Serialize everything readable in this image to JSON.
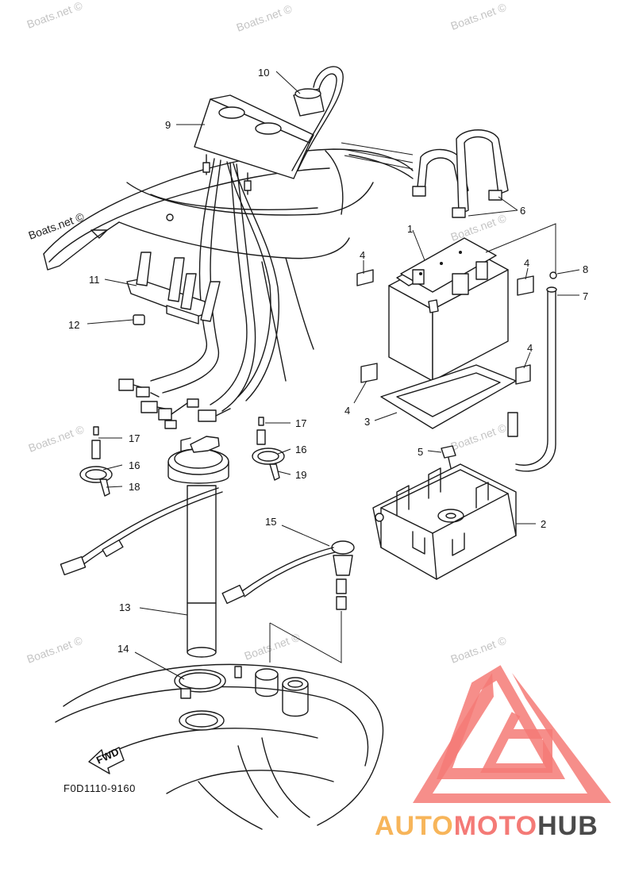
{
  "diagram_code": "F0D1110-9160",
  "fwd_label": "FWD",
  "watermark_text": "Boats.net ©",
  "brand": {
    "part1": "AUTO",
    "part2": "MOTO",
    "part3": "HUB",
    "color_main": "#f47a76",
    "color_accent": "#f7b55a",
    "color_dark": "#4a4a4a"
  },
  "callouts": [
    "1",
    "2",
    "3",
    "4",
    "4",
    "4",
    "4",
    "5",
    "6",
    "7",
    "8",
    "9",
    "10",
    "11",
    "12",
    "13",
    "14",
    "15",
    "16",
    "16",
    "17",
    "17",
    "18",
    "19"
  ]
}
